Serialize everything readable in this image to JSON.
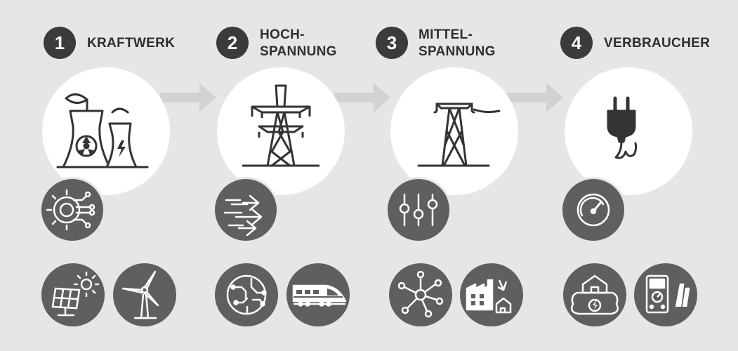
{
  "steps": [
    {
      "number": "1",
      "title": "KRAFTWERK"
    },
    {
      "number": "2",
      "title": "HOCH-\nSPANNUNG"
    },
    {
      "number": "3",
      "title": "MITTEL-\nSPANNUNG"
    },
    {
      "number": "4",
      "title": "VERBRAUCHER"
    }
  ],
  "colors": {
    "background": "#e6e6e6",
    "number_circle": "#3b3b3b",
    "main_circle": "#ffffff",
    "icon_circle": "#5f5f5f",
    "arrow": "#d2d2d2",
    "line_icon": "#333333"
  },
  "icons": {
    "step1": {
      "main": "power-plant-icon",
      "sub": "gear-circuit-icon",
      "bottom": [
        "solar-panel-icon",
        "wind-turbine-icon"
      ]
    },
    "step2": {
      "main": "high-voltage-pylon-icon",
      "sub": "energy-flow-arrows-icon",
      "bottom": [
        "circuit-globe-icon",
        "high-speed-train-icon"
      ]
    },
    "step3": {
      "main": "medium-voltage-pole-icon",
      "sub": "equalizer-sliders-icon",
      "bottom": [
        "network-nodes-icon",
        "factory-house-icon"
      ]
    },
    "step4": {
      "main": "power-plug-icon",
      "sub": "speedometer-gauge-icon",
      "bottom": [
        "house-electricity-icon",
        "multimeter-icon"
      ]
    }
  }
}
